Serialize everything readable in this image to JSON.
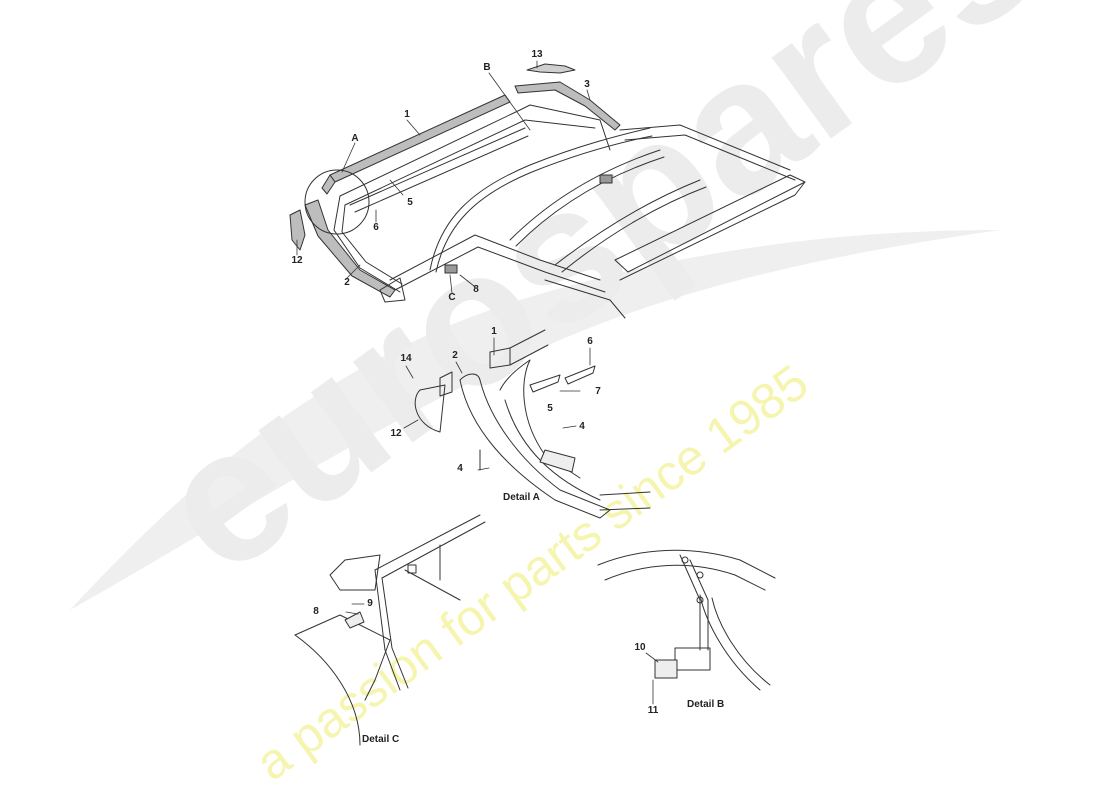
{
  "watermark": {
    "brand": "eurospares",
    "tagline": "a passion for parts since 1985",
    "brand_color": "#e6e6e6",
    "tagline_color": "#f3f3a8"
  },
  "main_view": {
    "callouts": [
      {
        "id": "13",
        "label": "13"
      },
      {
        "id": "B",
        "label": "B"
      },
      {
        "id": "3",
        "label": "3"
      },
      {
        "id": "1",
        "label": "1"
      },
      {
        "id": "A",
        "label": "A"
      },
      {
        "id": "5",
        "label": "5"
      },
      {
        "id": "6",
        "label": "6"
      },
      {
        "id": "12",
        "label": "12"
      },
      {
        "id": "2",
        "label": "2"
      },
      {
        "id": "C",
        "label": "C"
      },
      {
        "id": "8",
        "label": "8"
      }
    ]
  },
  "detail_a": {
    "title": "Detail A",
    "callouts": [
      {
        "id": "1",
        "label": "1"
      },
      {
        "id": "2",
        "label": "2"
      },
      {
        "id": "14",
        "label": "14"
      },
      {
        "id": "6",
        "label": "6"
      },
      {
        "id": "7",
        "label": "7"
      },
      {
        "id": "5",
        "label": "5"
      },
      {
        "id": "4a",
        "label": "4"
      },
      {
        "id": "12",
        "label": "12"
      },
      {
        "id": "4b",
        "label": "4"
      }
    ]
  },
  "detail_b": {
    "title": "Detail B",
    "callouts": [
      {
        "id": "10",
        "label": "10"
      },
      {
        "id": "11",
        "label": "11"
      }
    ]
  },
  "detail_c": {
    "title": "Detail C",
    "callouts": [
      {
        "id": "8",
        "label": "8"
      },
      {
        "id": "9",
        "label": "9"
      }
    ]
  }
}
